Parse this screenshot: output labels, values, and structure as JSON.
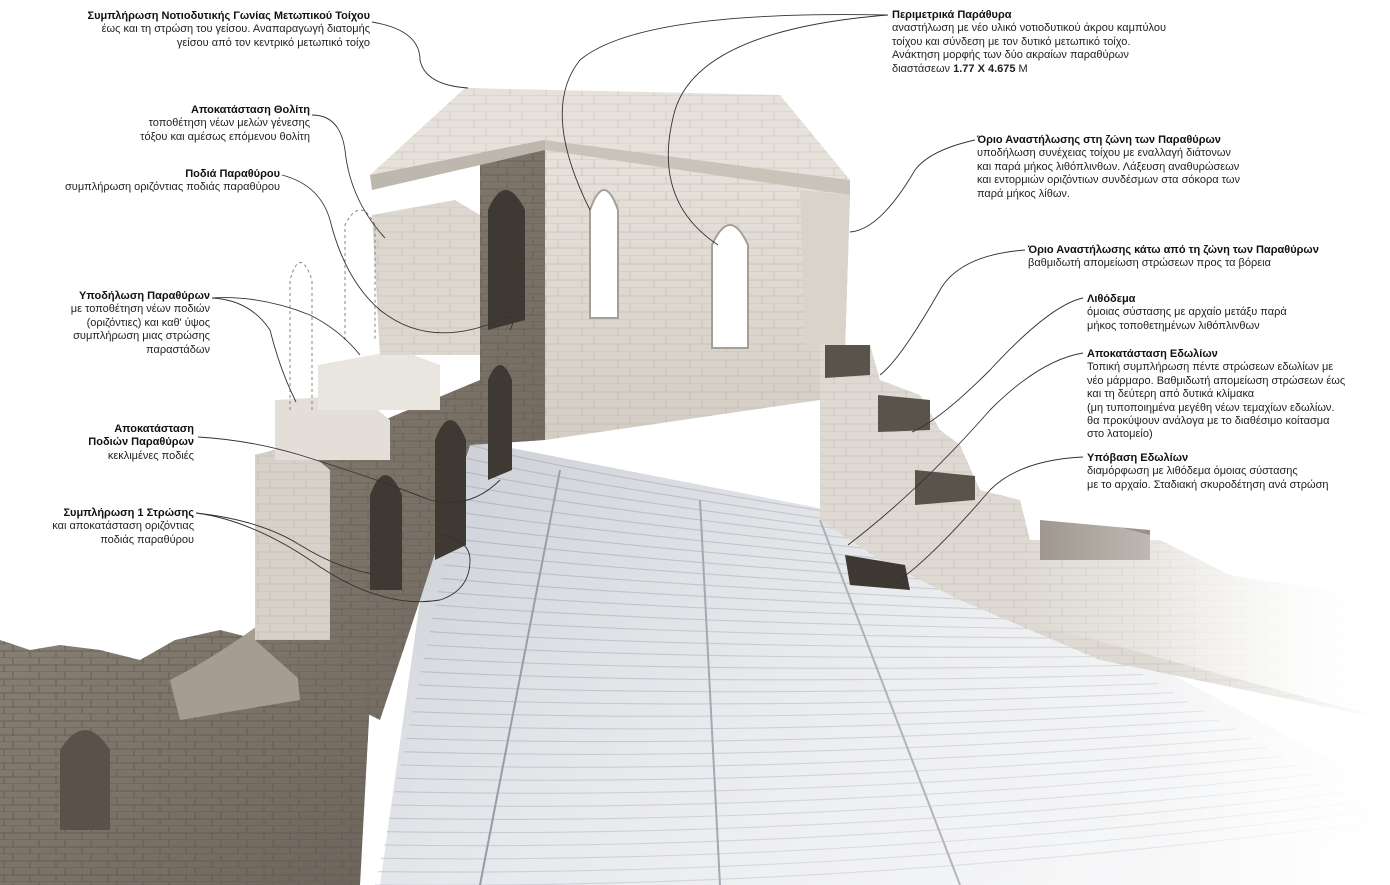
{
  "annotations": [
    {
      "id": "a1",
      "title": "Συμπλήρωση Νοτιοδυτικής Γωνίας Μετωπικού Τοίχου",
      "lines": [
        "έως και τη στρώση του γείσου. Αναπαραγωγή διατομής",
        "γείσου από τον κεντρικό μετωπικό τοίχο"
      ]
    },
    {
      "id": "a2",
      "title": "Αποκατάσταση Θολίτη",
      "lines": [
        "τοποθέτηση νέων μελών γένεσης",
        "τόξου και αμέσως επόμενου θολίτη"
      ]
    },
    {
      "id": "a3",
      "title": "Ποδιά Παραθύρου",
      "lines": [
        "συμπλήρωση οριζόντιας ποδιάς παραθύρου"
      ]
    },
    {
      "id": "a4",
      "title": "Υποδήλωση Παραθύρων",
      "lines": [
        "με τοποθέτηση νέων ποδιών",
        "(οριζόντιες) και καθ' ύψος",
        "συμπλήρωση μιας στρώσης",
        "παραστάδων"
      ]
    },
    {
      "id": "a5",
      "title": "Αποκατάσταση\nΠοδιών Παραθύρων",
      "lines": [
        "κεκλιμένες ποδιές"
      ]
    },
    {
      "id": "a6",
      "title": "Συμπλήρωση 1 Στρώσης",
      "lines": [
        "και αποκατάσταση οριζόντιας",
        "ποδιάς παραθύρου"
      ]
    },
    {
      "id": "a7",
      "title": "Περιμετρικά Παράθυρα",
      "lines": [
        "αναστήλωση με νέο υλικό νοτιοδυτικού άκρου καμπύλου",
        "τοίχου και σύνδεση με τον δυτικό μετωπικό τοίχο.",
        "Ανάκτηση μορφής των δύο ακραίων παραθύρων"
      ],
      "dims_prefix": "διαστάσεων ",
      "dims": "1.77 X 4.675",
      "dims_unit": " M"
    },
    {
      "id": "a8",
      "title": "Όριο Αναστήλωσης στη ζώνη των Παραθύρων",
      "lines": [
        "υποδήλωση συνέχειας τοίχου με εναλλαγή διάτονων",
        "και παρά μήκος λιθόπλινθων. Λάξευση αναθυρώσεων",
        "και εντορμιών οριζόντιων συνδέσμων στα σόκορα των",
        "παρά μήκος λίθων."
      ]
    },
    {
      "id": "a9",
      "title": "Όριο Αναστήλωσης κάτω από τη ζώνη των Παραθύρων",
      "lines": [
        "βαθμιδωτή απομείωση στρώσεων προς τα βόρεια"
      ]
    },
    {
      "id": "a10",
      "title": "Λιθόδεμα",
      "lines": [
        "όμοιας σύστασης με αρχαίο μετάξυ παρά",
        "μήκος τοποθετημένων λιθόπλινθων"
      ]
    },
    {
      "id": "a11",
      "title": "Αποκατάσταση Εδωλίων",
      "lines": [
        "Τοπική συμπλήρωση πέντε στρώσεων εδωλίων με",
        "νέο μάρμαρο. Βαθμιδωτή απομείωση στρώσεων έως",
        "και τη δεύτερη από δυτικά κλίμακα",
        "(μη τυποποιημένα μεγέθη νέων τεμαχίων εδωλίων.",
        "θα προκύψουν ανάλογα με το διαθέσιμο κοίτασμα",
        "στο λατομείο)"
      ]
    },
    {
      "id": "a12",
      "title": "Υπόβαση Εδωλίων",
      "lines": [
        "διαμόρφωση με λιθόδεμα όμοιας σύστασης",
        "με το αρχαίο. Σταδιακή σκυροδέτηση ανά στρώση"
      ]
    }
  ],
  "colors": {
    "stone_light": "#e6e3de",
    "stone_mid": "#cfcac2",
    "stone_dark": "#8e867b",
    "ancient_stone": "#7a7268",
    "text": "#1a1a1a",
    "leader": "#333333"
  }
}
